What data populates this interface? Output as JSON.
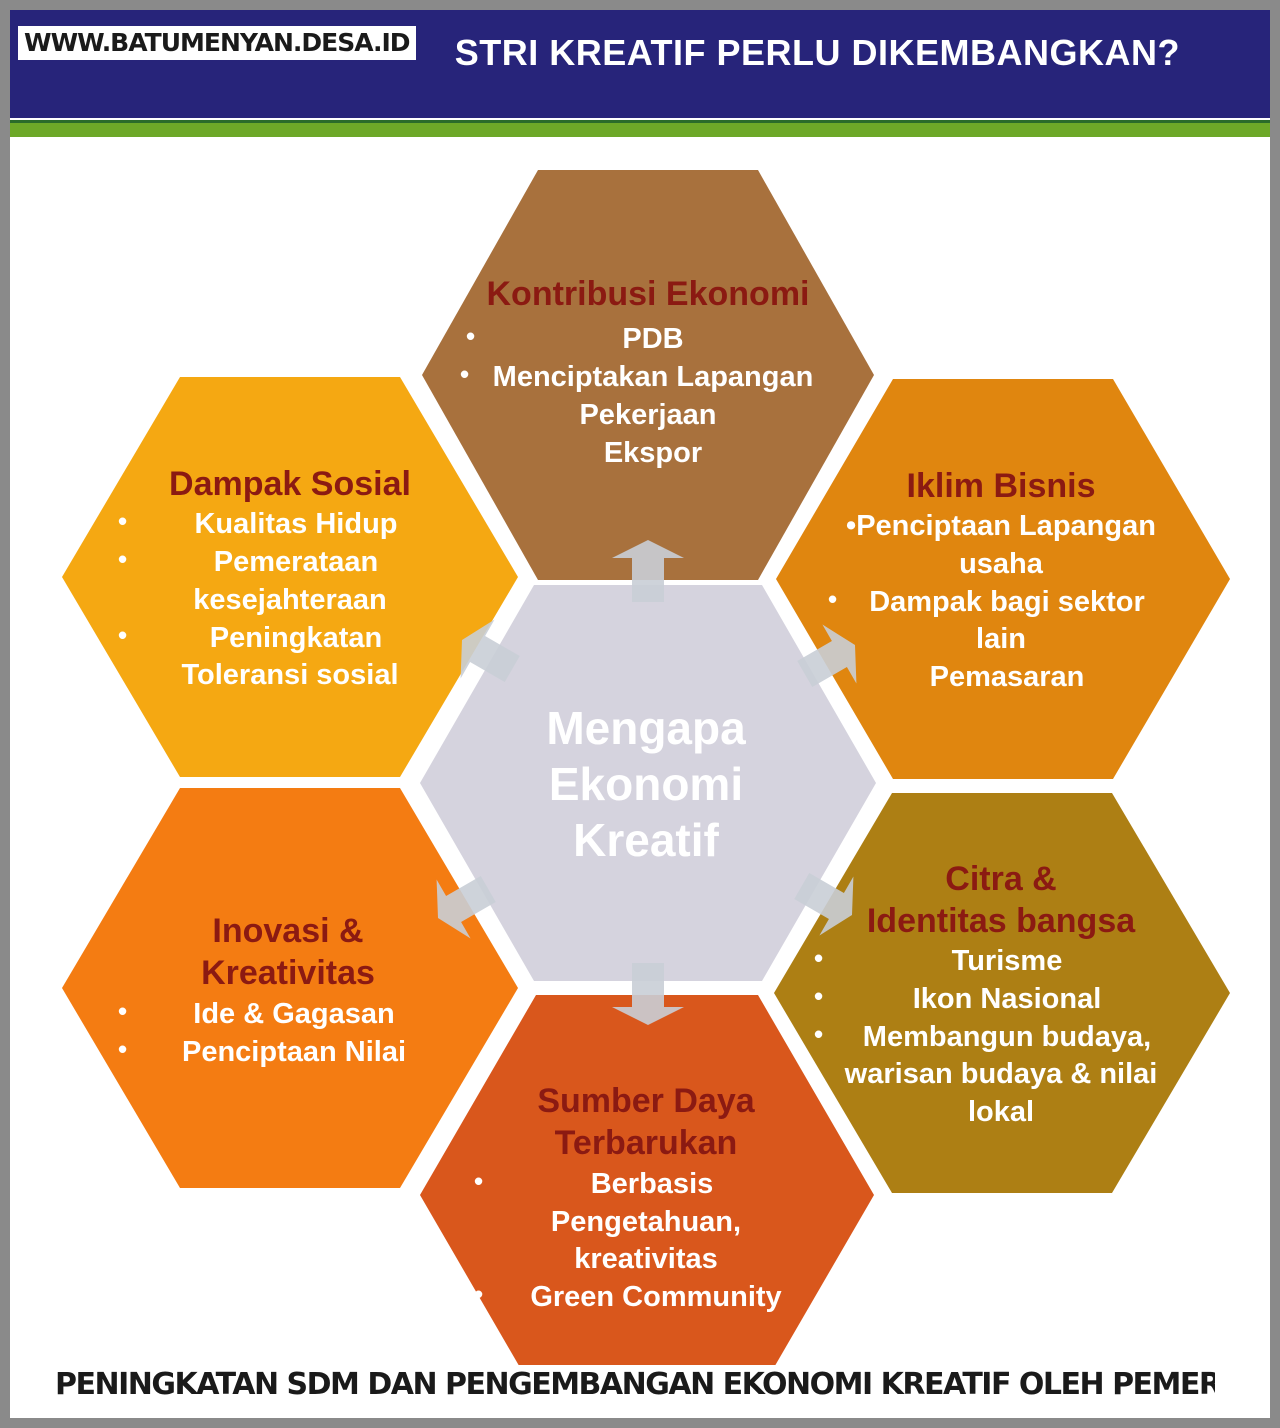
{
  "header": {
    "title": "STRI KREATIF PERLU DIKEMBANGKAN?",
    "watermark": "WWW.BATUMENYAN.DESA.ID"
  },
  "center": {
    "lines": [
      "Mengapa",
      "Ekonomi",
      "Kreatif"
    ]
  },
  "hexagons": {
    "top": {
      "title_lines": [
        "Kontribusi Ekonomi"
      ],
      "items": [
        "PDB",
        "Menciptakan Lapangan",
        "Pekerjaan",
        "Ekspor"
      ]
    },
    "upper_left": {
      "title_lines": [
        "Dampak Sosial"
      ],
      "items": [
        "Kualitas Hidup",
        "Pemerataan",
        "kesejahteraan",
        "Peningkatan",
        "Toleransi sosial"
      ]
    },
    "upper_right": {
      "title_lines": [
        "Iklim Bisnis"
      ],
      "items": [
        "•Penciptaan Lapangan",
        "usaha",
        "Dampak bagi sektor",
        "lain",
        "Pemasaran"
      ]
    },
    "lower_left": {
      "title_lines": [
        "Inovasi &",
        "Kreativitas"
      ],
      "items": [
        "Ide & Gagasan",
        "Penciptaan Nilai"
      ]
    },
    "lower_right": {
      "title_lines": [
        "Citra &",
        "Identitas bangsa"
      ],
      "items": [
        "Turisme",
        "Ikon Nasional",
        "Membangun budaya,",
        "warisan budaya & nilai",
        "lokal"
      ]
    },
    "bottom": {
      "title_lines": [
        "Sumber Daya",
        "Terbarukan"
      ],
      "items": [
        "Berbasis",
        "Pengetahuan,",
        "kreativitas",
        "Green Community"
      ]
    }
  },
  "caption": "PENINGKATAN SDM DAN PENGEMBANGAN EKONOMI KREATIF OLEH PEMERINTAH DESA",
  "colors": {
    "header_bg": "#27247a",
    "accent_green": "#6da828",
    "title_text": "#8b1a12",
    "body_text": "#ffffff",
    "top": "#a8713d",
    "upper_left": "#f5a812",
    "upper_right": "#e0860f",
    "lower_left": "#f47c12",
    "lower_right": "#ad7f14",
    "bottom": "#d9571c",
    "center": "#d5d3de",
    "arrow": "#c9ced6"
  }
}
